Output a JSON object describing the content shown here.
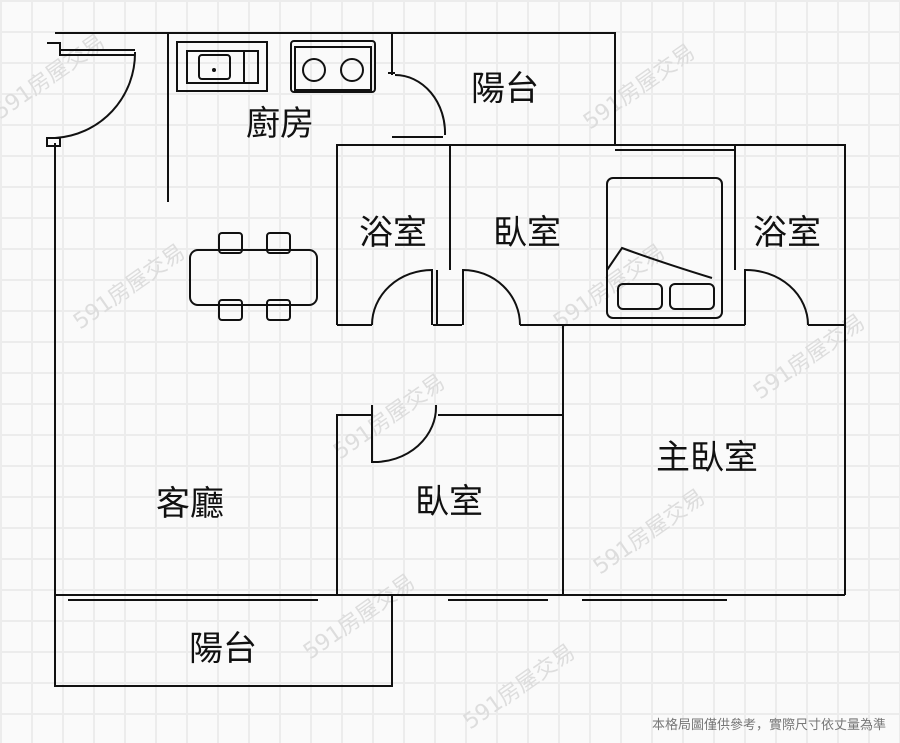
{
  "rooms": {
    "balcony_top": "陽台",
    "kitchen": "廚房",
    "bath_left": "浴室",
    "bedroom_top": "臥室",
    "bath_right": "浴室",
    "master_bedroom": "主臥室",
    "living_room": "客廳",
    "bedroom_bottom": "臥室",
    "balcony_bottom": "陽台"
  },
  "watermark": "591房屋交易",
  "disclaimer": "本格局圖僅供參考，實際尺寸依丈量為準"
}
